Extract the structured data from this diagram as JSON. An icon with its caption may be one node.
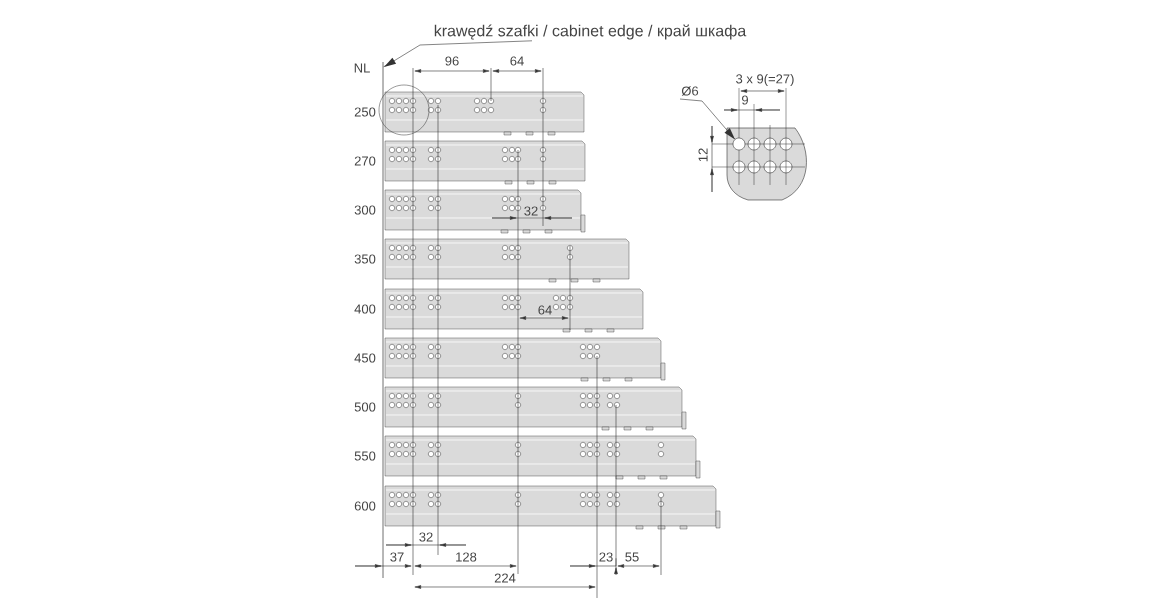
{
  "diagram": {
    "nodes": [
      {
        "text": [
          "krawędź szafki / cabinet edge / край шкафа"
        ]
      },
      {
        "text": [
          "Ø6"
        ]
      },
      {
        "text": [],
        "shape": "bar"
      },
      {
        "text": [],
        "shape": "circle"
      }
    ],
    "edges": [
      {
        "from": 0,
        "to": 2,
        "arrow": "to"
      },
      {
        "from": 1,
        "to": 3,
        "arrow": "to"
      }
    ],
    "labels": [
      "NL",
      "96",
      "64",
      "3 x 9(=27)",
      "9",
      "250",
      "12",
      "270",
      "300",
      "32",
      "350",
      "400",
      "64",
      "450",
      "500",
      "550",
      "600",
      "32",
      "37",
      "128",
      "23",
      "55",
      "224"
    ]
  }
}
